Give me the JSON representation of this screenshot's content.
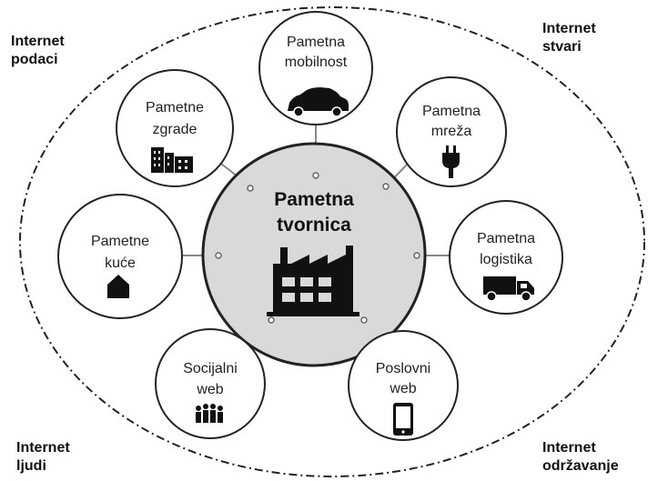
{
  "corners": {
    "top_left": [
      "Internet",
      "podaci"
    ],
    "top_right": [
      "Internet",
      "stvari"
    ],
    "bottom_left": [
      "Internet",
      "ljudi"
    ],
    "bottom_right": [
      "Internet",
      "održavanje"
    ]
  },
  "center": {
    "lines": [
      "Pametna",
      "tvornica"
    ],
    "icon": "factory-icon"
  },
  "satellites": {
    "mobility": {
      "lines": [
        "Pametna",
        "mobilnost"
      ],
      "icon": "car-icon"
    },
    "buildings": {
      "lines": [
        "Pametne",
        "zgrade"
      ],
      "icon": "buildings-icon"
    },
    "grid": {
      "lines": [
        "Pametna",
        "mreža"
      ],
      "icon": "plug-icon"
    },
    "homes": {
      "lines": [
        "Pametne",
        "kuće"
      ],
      "icon": "house-icon"
    },
    "logistics": {
      "lines": [
        "Pametna",
        "logistika"
      ],
      "icon": "truck-icon"
    },
    "social": {
      "lines": [
        "Socijalni",
        "web"
      ],
      "icon": "people-icon"
    },
    "business": {
      "lines": [
        "Poslovni",
        "web"
      ],
      "icon": "smartphone-icon"
    }
  },
  "colors": {
    "center_fill": "#d9d9d9",
    "stroke": "#222222",
    "connector": "#888888"
  }
}
